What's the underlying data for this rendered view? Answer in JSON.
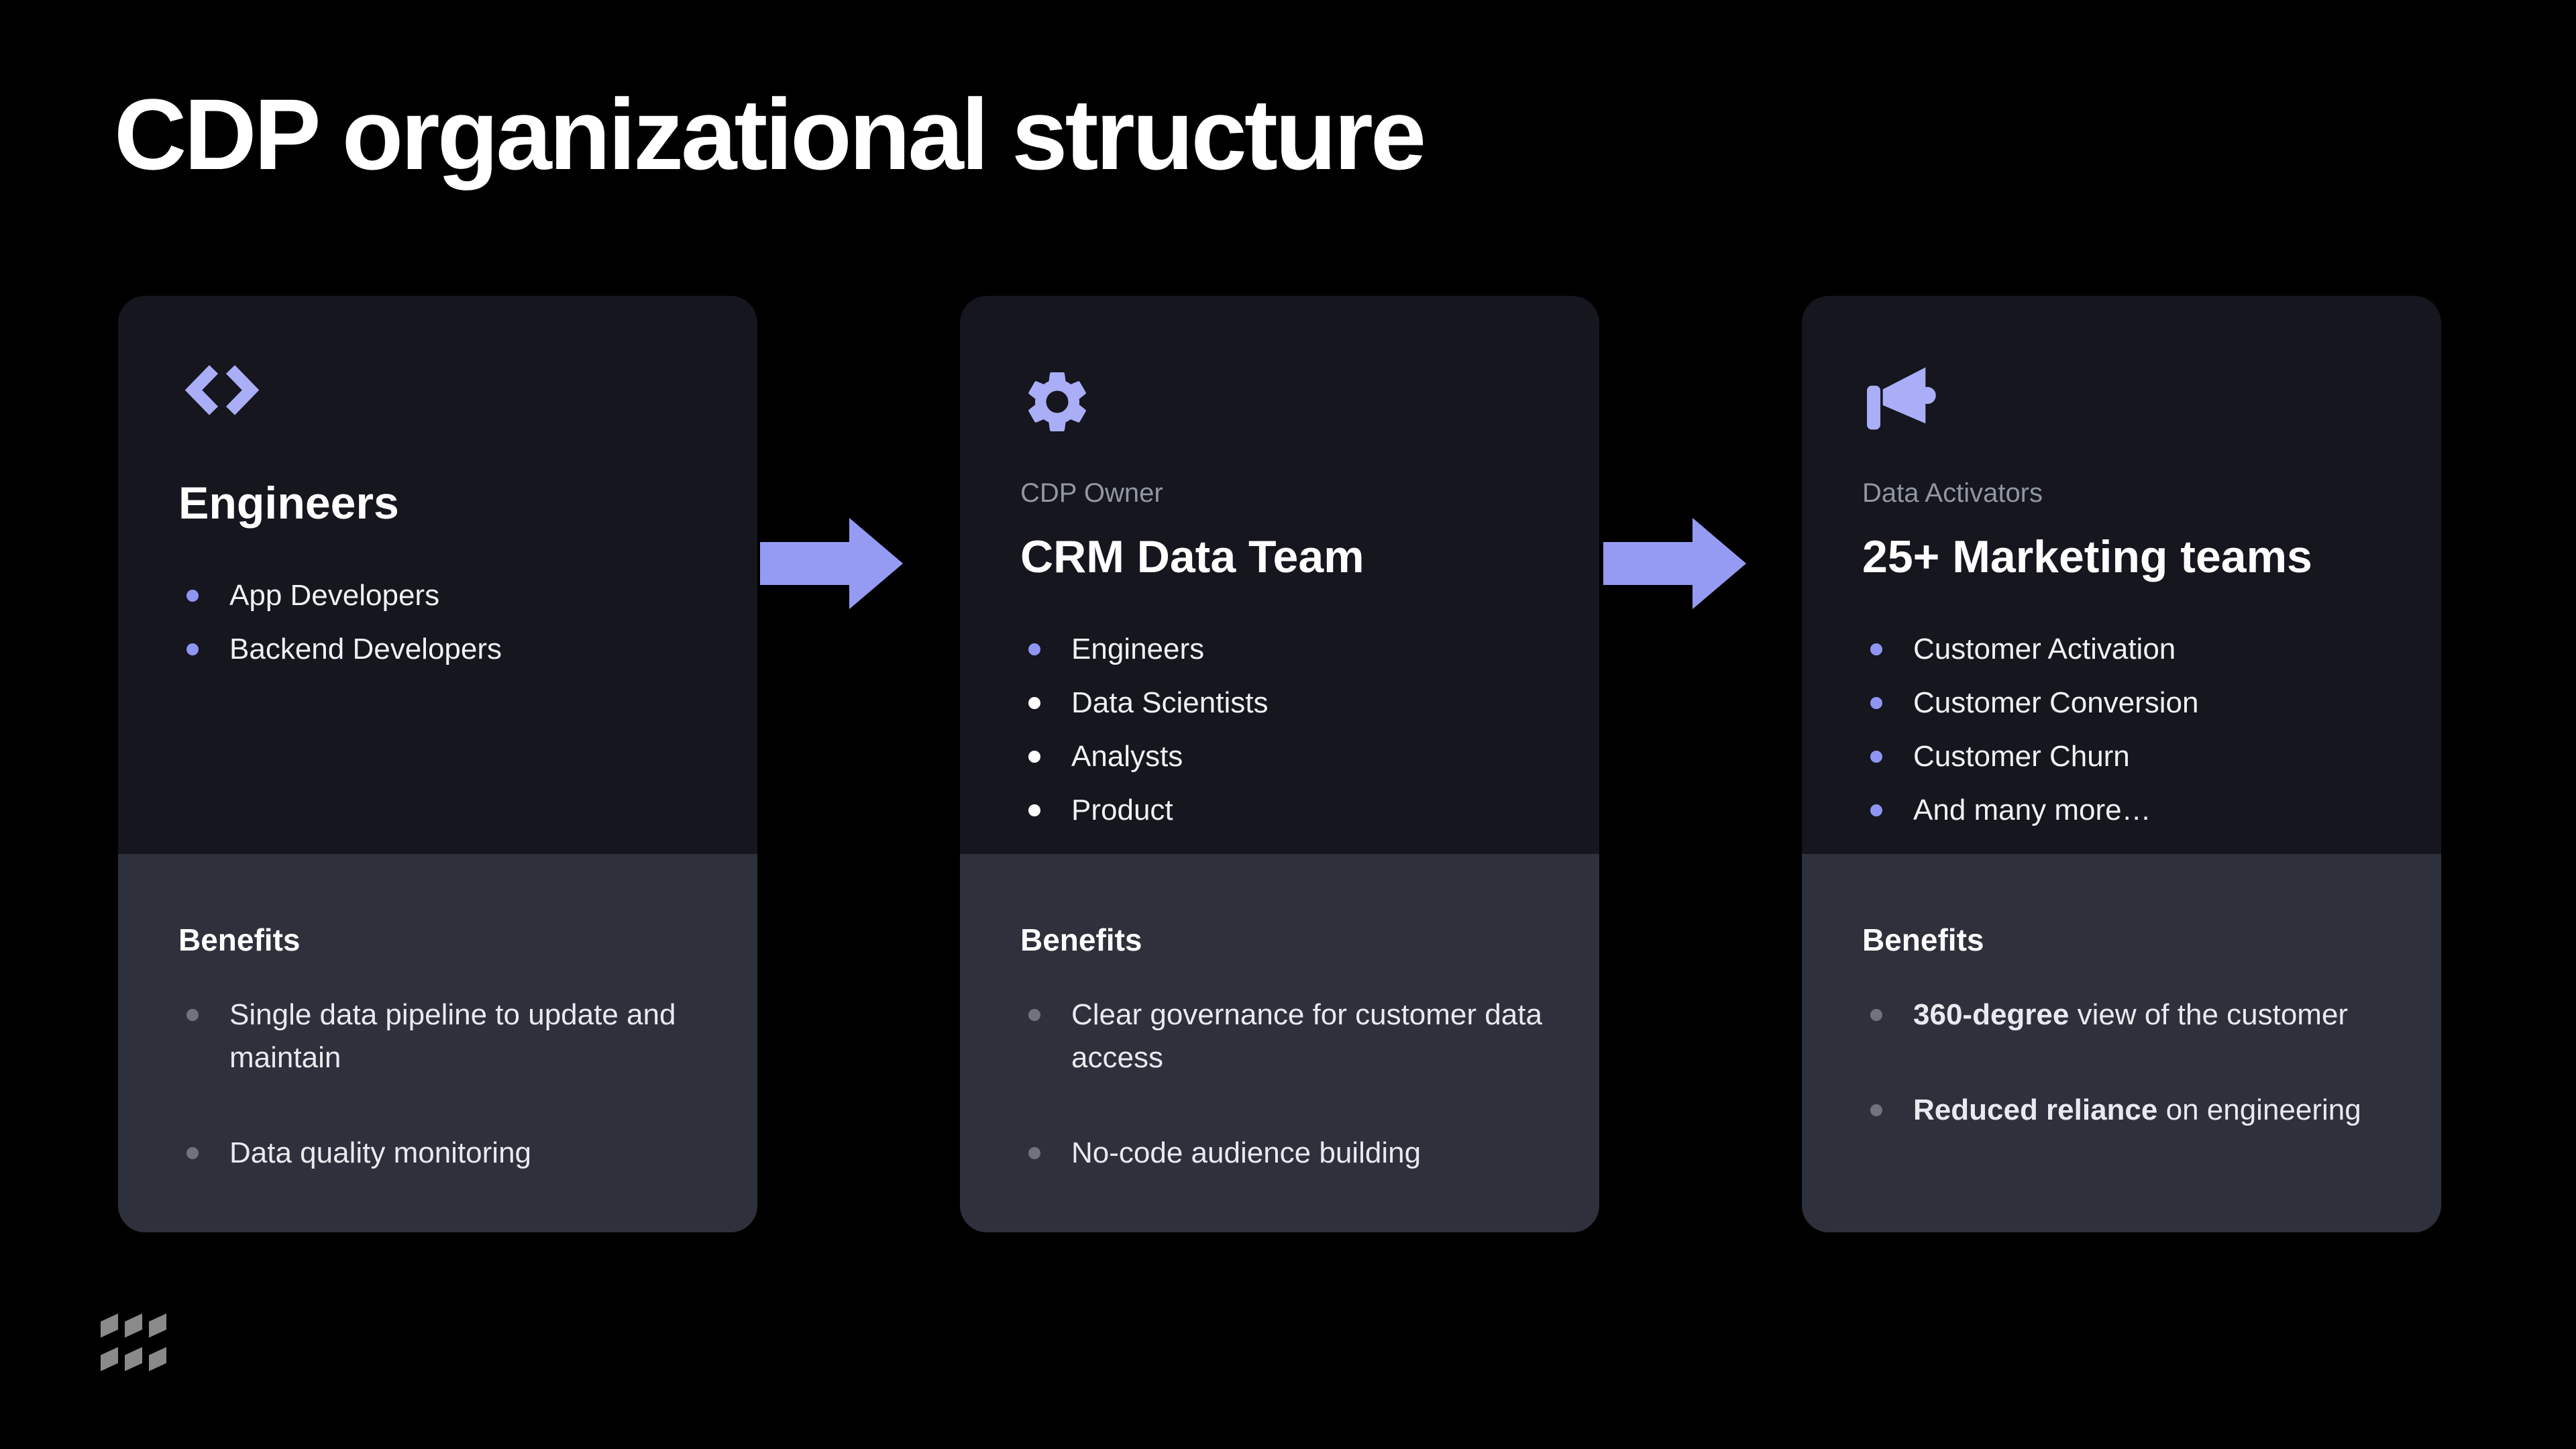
{
  "slide": {
    "title": "CDP organizational structure"
  },
  "colors": {
    "background": "#000000",
    "card_background": "#15161e",
    "benefits_background": "#2e303b",
    "accent": "#8f95f2",
    "accent_icon": "#a9aef7",
    "heading_text": "#ffffff",
    "label_text": "#9097a3",
    "body_text": "#f0f1f4",
    "benefit_bullet_gray": "#70737e",
    "logo_gray": "#8a8a8a"
  },
  "cards": [
    {
      "icon": "code-icon",
      "heading": "Engineers",
      "items": [
        {
          "text": "App Developers",
          "dot": "accent"
        },
        {
          "text": "Backend Developers",
          "dot": "accent"
        }
      ],
      "benefits": {
        "heading": "Benefits",
        "items": [
          {
            "bold": "",
            "text": "Single data pipeline to update and maintain"
          },
          {
            "bold": "",
            "text": "Data quality monitoring"
          }
        ]
      }
    },
    {
      "icon": "gear-icon",
      "label": "CDP Owner",
      "heading": "CRM Data Team",
      "items": [
        {
          "text": "Engineers",
          "dot": "accent"
        },
        {
          "text": "Data Scientists",
          "dot": "white"
        },
        {
          "text": "Analysts",
          "dot": "white"
        },
        {
          "text": "Product",
          "dot": "white"
        }
      ],
      "benefits": {
        "heading": "Benefits",
        "items": [
          {
            "bold": "",
            "text": "Clear governance for customer data access"
          },
          {
            "bold": "",
            "text": "No-code audience building"
          }
        ]
      }
    },
    {
      "icon": "megaphone-icon",
      "label": "Data Activators",
      "heading": "25+ Marketing teams",
      "items": [
        {
          "text": "Customer Activation",
          "dot": "accent"
        },
        {
          "text": "Customer Conversion",
          "dot": "accent"
        },
        {
          "text": "Customer Churn",
          "dot": "accent"
        },
        {
          "text": "And many more…",
          "dot": "accent"
        }
      ],
      "benefits": {
        "heading": "Benefits",
        "items": [
          {
            "bold": "360-degree",
            "text": " view of the customer"
          },
          {
            "bold": "Reduced reliance",
            "text": " on engineering"
          }
        ]
      }
    }
  ],
  "arrows": [
    {
      "name": "arrow-right"
    },
    {
      "name": "arrow-right"
    }
  ],
  "logo": {
    "name": "hatch-logo"
  }
}
